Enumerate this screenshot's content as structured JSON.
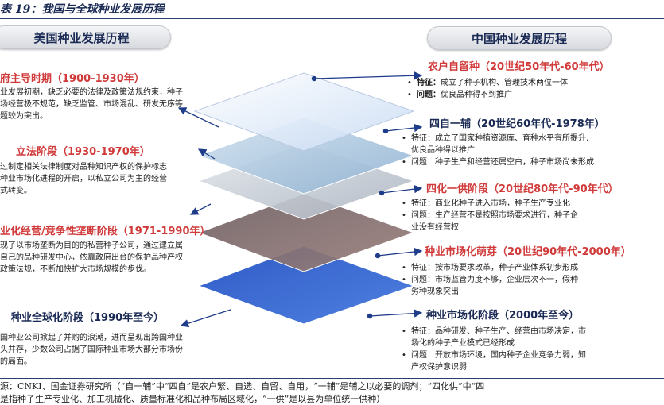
{
  "figure_title": "表 19：我国与全球种业发展历程",
  "left_header": "美国种业发展历程",
  "right_header": "中国种业发展历程",
  "left": [
    {
      "heading": "府主导时期（1900-1930年）",
      "lines": [
        "业发展初期，缺乏必要的法律及政策法规约束，种子",
        "场经营极不规范，缺乏监管、市场混乱、研发无序等",
        "题较为突出。"
      ]
    },
    {
      "heading": "立法阶段（1930-1970年）",
      "lines": [
        "过制定相关法律制度对品种知识产权的保护标志",
        "种业市场化进程的开启，以私立公司为主的经营",
        "式转变。"
      ]
    },
    {
      "heading": "业化经营/竞争性垄断阶段（1971-1990年）",
      "lines": [
        "现了以市场垄断为目的的私营种子公司，通过建立属",
        "自己的品种研发中心，依靠政府出台的保护品种产权",
        "政策法规，不断加快扩大市场规模的步伐。"
      ]
    },
    {
      "heading": "种业全球化阶段（1990年至今）",
      "lines": [
        "国种业公司掀起了并购的浪潮，进而呈现出跨国种业",
        "头并存，少数公司占据了国际种业市场大部分市场份",
        "的局面。"
      ]
    }
  ],
  "right": [
    {
      "heading": "农户自留种（20世纪50年代-60年代）",
      "style": "red",
      "items": [
        {
          "label": "特征：",
          "text": "成立了种子机构、管理技术两位一体",
          "cont": []
        },
        {
          "label": "问题：",
          "text": "优良品种得不到推广",
          "cont": []
        }
      ]
    },
    {
      "heading": "四自一辅（20世纪60年代-1978年）",
      "style": "navy",
      "items": [
        {
          "label": "",
          "text": "特征：成立了国家种植资源库、育种水平有所提升,",
          "cont": [
            "优良品种得以推广"
          ]
        },
        {
          "label": "",
          "text": "问题：种子生产和经营还属空白，种子市场尚未形成",
          "cont": []
        }
      ]
    },
    {
      "heading": "四化一供阶段（20世纪80年代-90年代）",
      "style": "red",
      "items": [
        {
          "label": "",
          "text": "特征：商业化种子进入市场，种子生产专业化",
          "cont": []
        },
        {
          "label": "",
          "text": "问题：生产经营不是按照市场要求进行，种子企",
          "cont": [
            "业没有经营权"
          ]
        }
      ]
    },
    {
      "heading": "种业市场化萌芽（20世纪90年代-2000年）",
      "style": "red",
      "items": [
        {
          "label": "",
          "text": "特征：按市场要求改革，种子产业体系初步形成",
          "cont": []
        },
        {
          "label": "",
          "text": "问题：市场监管力度不够，企业层次不一，假种",
          "cont": [
            "劣种现象突出"
          ]
        }
      ]
    },
    {
      "heading": "种业市场化阶段（2000年至今）",
      "style": "navy",
      "items": [
        {
          "label": "",
          "text": "特征：品种研发、种子生产、经营由市场决定，市",
          "cont": [
            "场化的种子产业模式已经形成"
          ]
        },
        {
          "label": "",
          "text": "问题：开放市场环境，国内种子企业竞争力弱，知",
          "cont": [
            "产权保护意识弱"
          ]
        }
      ]
    }
  ],
  "footnote": [
    "源：CNKI、国金证券研究所（“自一辅”中“四自”是农户繁、自选、自留、自用，“一辅”是辅之以必要的调剂；“四化供”中“四",
    "是指种子生产专业化、加工机械化、质量标准化和品种布局区域化，“一供”是以县为单位统一供种）"
  ],
  "colors": {
    "navy": "#1a2a55",
    "red": "#d13a3a",
    "arrow": "#1f3c8a",
    "layer_blue": "#3f6fd4",
    "layer_brown": "#8a7170",
    "layer_silver": "#c8cfd8",
    "layer_steel": "#a9c4dc",
    "layer_pale": "#d9e6f7"
  }
}
